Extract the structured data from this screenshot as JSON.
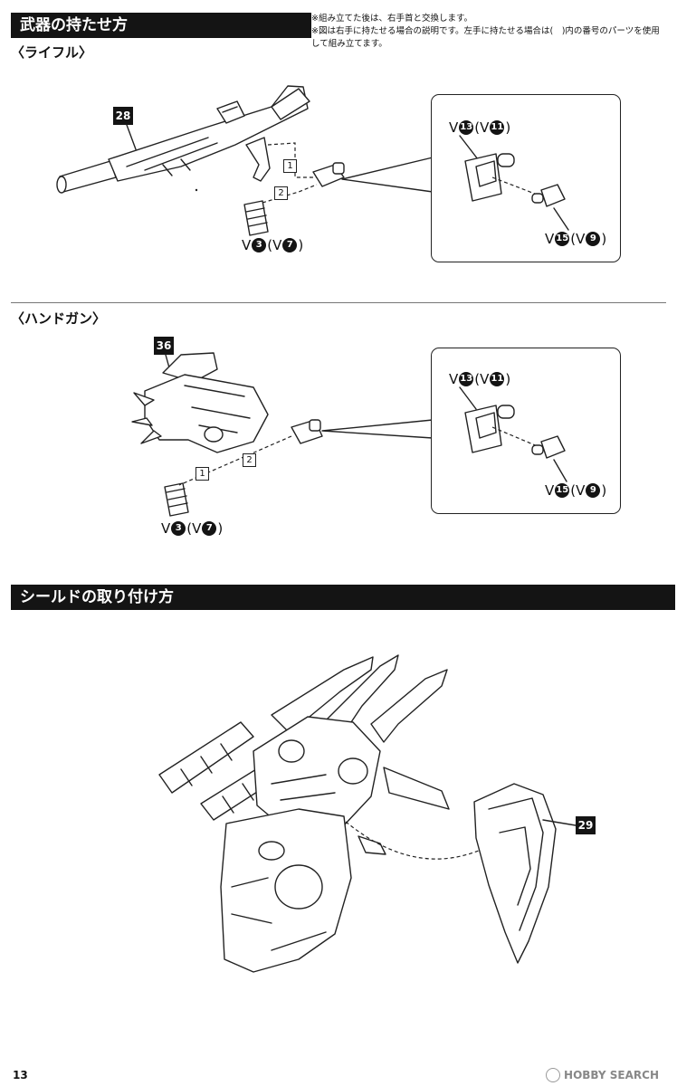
{
  "section1": {
    "title": "武器の持たせ方"
  },
  "notes": {
    "line1": "※組み立てた後は、右手首と交換します。",
    "line2": "※図は右手に持たせる場合の説明です。左手に持たせる場合は(　)内の番号のパーツを使用して組み立てます。"
  },
  "rifle": {
    "title": "〈ライフル〉",
    "part_number": "28",
    "step1": "1",
    "step2": "2",
    "hand_label": {
      "prefix": "V",
      "num": "3",
      "alt_prefix": "(V",
      "alt_num": "7",
      "close": ")"
    },
    "detail_top": {
      "prefix": "V",
      "num": "13",
      "alt_prefix": "(V",
      "alt_num": "11",
      "close": ")"
    },
    "detail_bottom": {
      "prefix": "V",
      "num": "15",
      "alt_prefix": "(V",
      "alt_num": "9",
      "close": ")"
    }
  },
  "handgun": {
    "title": "〈ハンドガン〉",
    "part_number": "36",
    "step1": "1",
    "step2": "2",
    "hand_label": {
      "prefix": "V",
      "num": "3",
      "alt_prefix": "(V",
      "alt_num": "7",
      "close": ")"
    },
    "detail_top": {
      "prefix": "V",
      "num": "13",
      "alt_prefix": "(V",
      "alt_num": "11",
      "close": ")"
    },
    "detail_bottom": {
      "prefix": "V",
      "num": "15",
      "alt_prefix": "(V",
      "alt_num": "9",
      "close": ")"
    }
  },
  "section2": {
    "title": "シールドの取り付け方",
    "part_number": "29"
  },
  "footer": {
    "page_number": "13",
    "watermark": "HOBBY SEARCH"
  }
}
